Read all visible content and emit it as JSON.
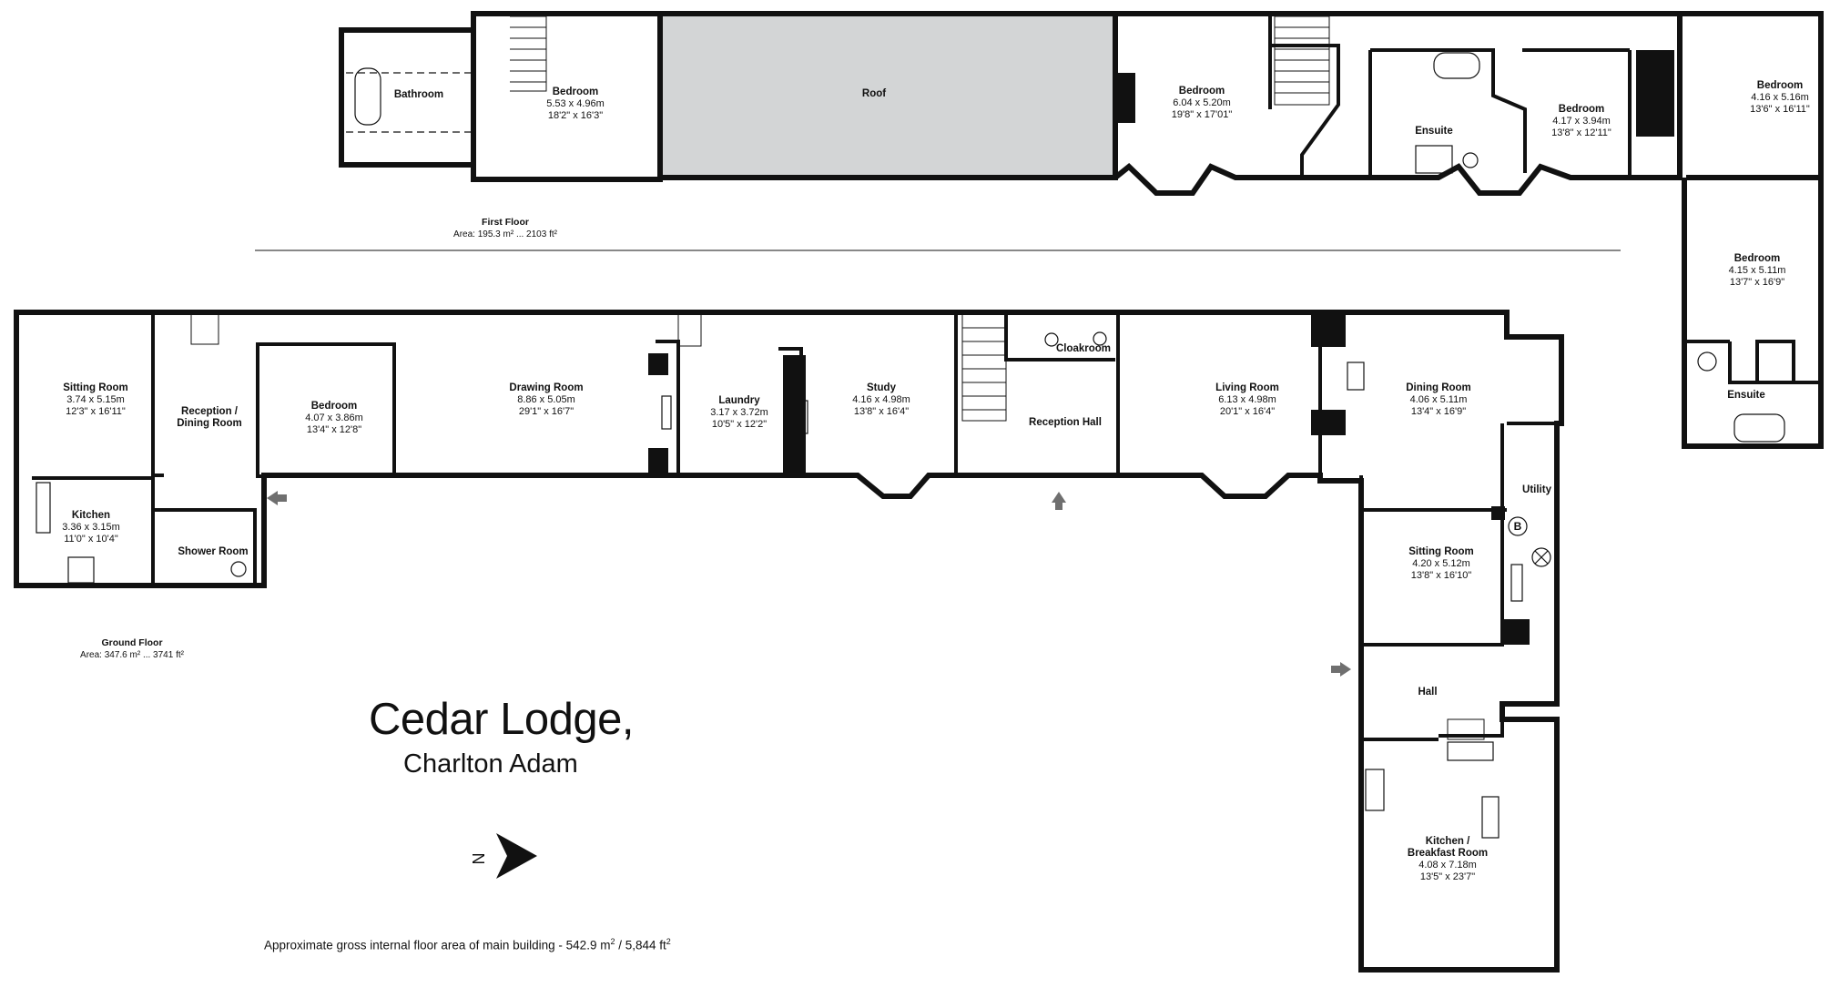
{
  "colors": {
    "wall": "#111111",
    "roof": "#d3d5d6",
    "arrow": "#6f6f6f",
    "background": "#ffffff"
  },
  "title": "Cedar Lodge,",
  "subtitle": "Charlton Adam",
  "first_floor": {
    "name": "First Floor",
    "area": "Area: 195.3 m² ... 2103 ft²"
  },
  "ground_floor": {
    "name": "Ground Floor",
    "area": "Area: 347.6 m² ... 3741 ft²"
  },
  "gross_area": {
    "prefix": "Approximate gross internal floor area of main building  -  542.9 m",
    "mid": " /  5,844 ft",
    "sup": "2"
  },
  "compass_letter": "N",
  "rooms_first": [
    {
      "name": "Bathroom",
      "dims": ""
    },
    {
      "name": "Bedroom",
      "dims": "5.53 x 4.96m",
      "imperial": "18'2\" x 16'3\""
    },
    {
      "name": "Roof",
      "dims": ""
    },
    {
      "name": "Bedroom",
      "dims": "6.04 x 5.20m",
      "imperial": "19'8\" x 17'01\""
    },
    {
      "name": "Ensuite",
      "dims": ""
    },
    {
      "name": "Bedroom",
      "dims": "4.17 x 3.94m",
      "imperial": "13'8\" x 12'11\""
    },
    {
      "name": "Bedroom",
      "dims": "4.16 x 5.16m",
      "imperial": "13'6\" x 16'11\""
    },
    {
      "name": "Bedroom",
      "dims": "4.15 x 5.11m",
      "imperial": "13'7\" x 16'9\""
    },
    {
      "name": "Ensuite",
      "dims": ""
    }
  ],
  "rooms_ground": [
    {
      "name": "Sitting Room",
      "dims": "3.74 x 5.15m",
      "imperial": "12'3\" x 16'11\""
    },
    {
      "name": "Reception /",
      "name2": "Dining Room"
    },
    {
      "name": "Kitchen",
      "dims": "3.36 x 3.15m",
      "imperial": "11'0\" x 10'4\""
    },
    {
      "name": "Shower Room"
    },
    {
      "name": "Bedroom",
      "dims": "4.07 x 3.86m",
      "imperial": "13'4\" x 12'8\""
    },
    {
      "name": "Drawing Room",
      "dims": "8.86 x 5.05m",
      "imperial": "29'1\" x 16'7\""
    },
    {
      "name": "Laundry",
      "dims": "3.17 x 3.72m",
      "imperial": "10'5\" x 12'2\""
    },
    {
      "name": "Study",
      "dims": "4.16 x 4.98m",
      "imperial": "13'8\" x 16'4\""
    },
    {
      "name": "Cloakroom"
    },
    {
      "name": "Reception Hall"
    },
    {
      "name": "Living Room",
      "dims": "6.13 x 4.98m",
      "imperial": "20'1\" x 16'4\""
    },
    {
      "name": "Dining Room",
      "dims": "4.06 x 5.11m",
      "imperial": "13'4\" x 16'9\""
    },
    {
      "name": "Utility"
    },
    {
      "name": "Sitting Room",
      "dims": "4.20 x 5.12m",
      "imperial": "13'8\" x 16'10\""
    },
    {
      "name": "Hall"
    },
    {
      "name": "Kitchen /",
      "name2": "Breakfast Room",
      "dims": "4.08 x 7.18m",
      "imperial": "13'5\" x 23'7\""
    }
  ],
  "boiler_letter": "B"
}
